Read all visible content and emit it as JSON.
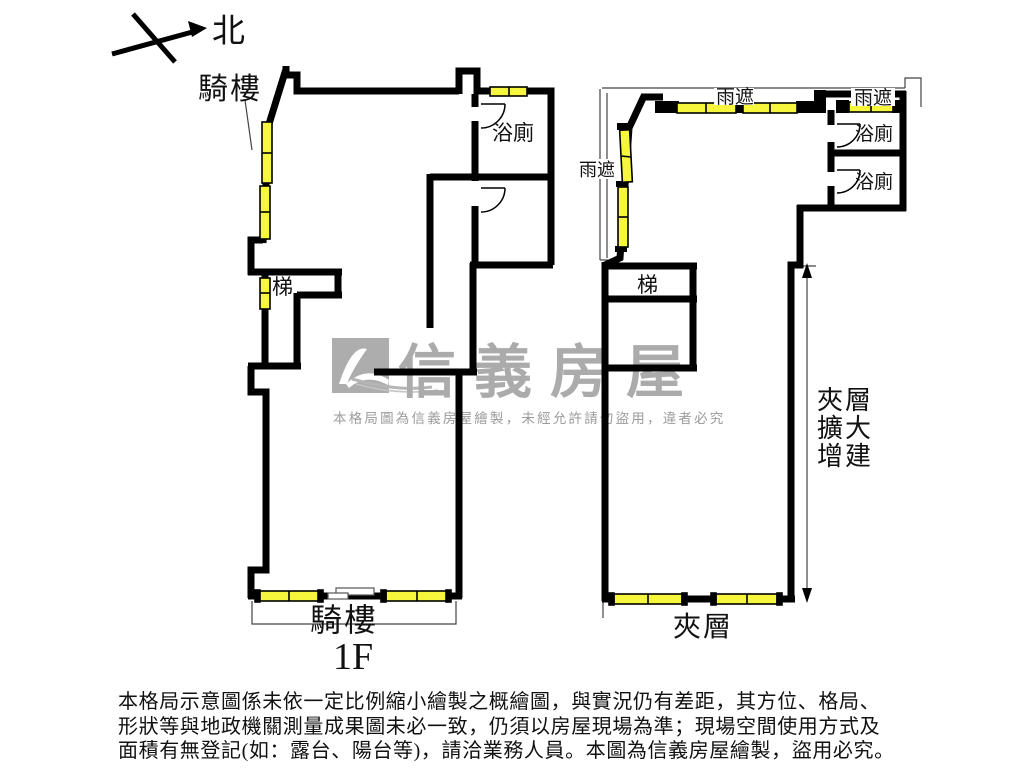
{
  "compass": {
    "north_label": "北"
  },
  "plan1f": {
    "arcade_top_label": "騎樓",
    "bathroom_label": "浴廁",
    "stairs_label": "梯",
    "arcade_bottom_label": "騎樓",
    "floor_label": "1F"
  },
  "mezz": {
    "rain_left": "雨遮",
    "rain_top": "雨遮",
    "rain_right": "雨遮",
    "bath_upper": "浴廁",
    "bath_lower": "浴廁",
    "stairs_label": "梯",
    "expansion_line1": "夾層",
    "expansion_line2": "擴大",
    "expansion_line3": "增建",
    "floor_label": "夾層"
  },
  "watermark": {
    "brand": "信義房屋",
    "notice": "本格局圖為信義房屋繪製，未經允許請勿盜用，違者必究"
  },
  "disclaimer": {
    "line1": "本格局示意圖係未依一定比例縮小繪製之概繪圖，與實況仍有差距，其方位、格局、",
    "line2": "形狀等與地政機關測量成果圖未必一致，仍須以房屋現場為準；現場空間使用方式及",
    "line3": "面積有無登記(如：露台、陽台等)，請洽業務人員。本圖為信義房屋繪製，盜用必究。"
  },
  "colors": {
    "wall": "#000000",
    "window_fill": "#f6f63c",
    "watermark_gray": "#ababab",
    "background": "#ffffff"
  }
}
